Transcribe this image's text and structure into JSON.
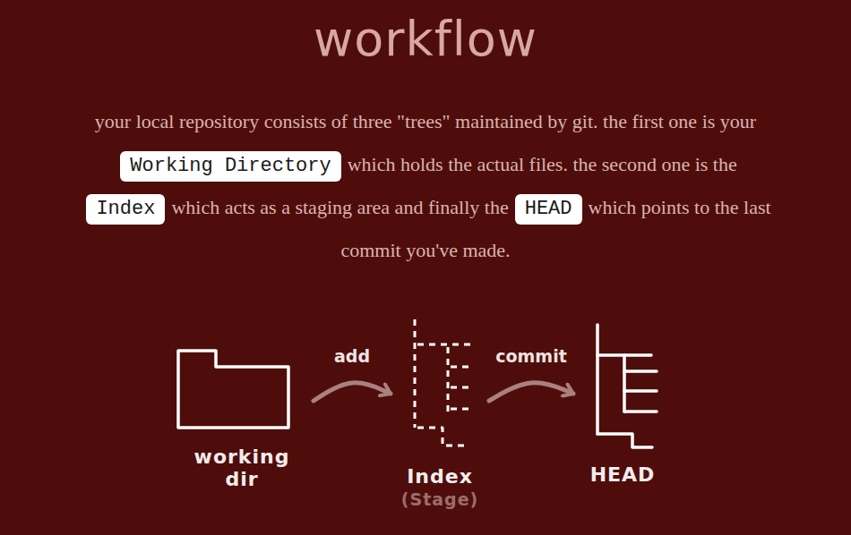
{
  "diagram": {
    "title": "workflow",
    "nodes": [
      {
        "text": [
          "working dir"
        ]
      },
      {
        "text": [
          "Index",
          "(Stage)"
        ]
      },
      {
        "text": [
          "HEAD"
        ]
      }
    ],
    "edges": [
      {
        "from": 0,
        "to": 1,
        "arrow": "to",
        "label": "add"
      },
      {
        "from": 1,
        "to": 2,
        "arrow": "to",
        "label": "commit"
      }
    ],
    "labels": [
      "your local repository consists of three \"trees\" maintained by git. the first one is your",
      "Working Directory",
      "which holds the actual files. the second one is the",
      "Index",
      "which acts as a staging area and finally the",
      "HEAD",
      "which points to the last commit you've made."
    ]
  }
}
